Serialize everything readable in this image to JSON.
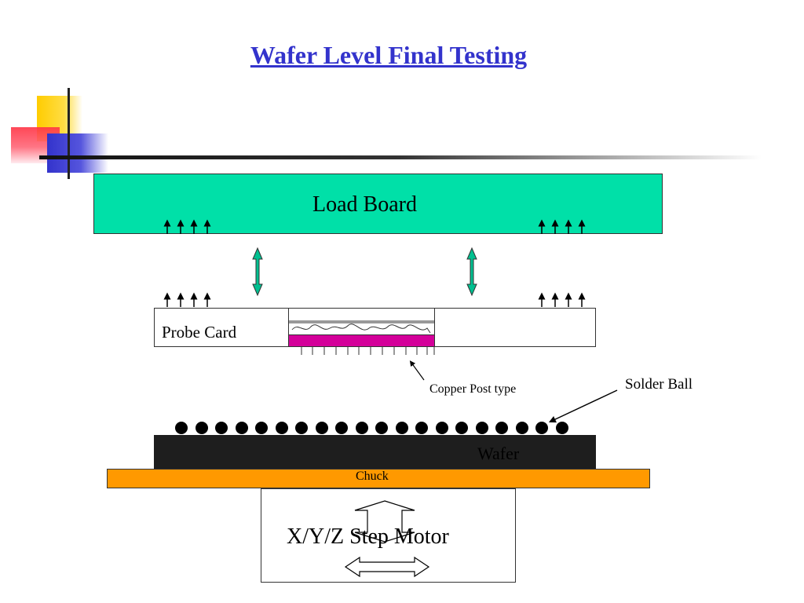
{
  "title": "Wafer Level Final Testing",
  "labels": {
    "load_board": "Load Board",
    "probe_card": "Probe Card",
    "copper_post": "Copper Post type",
    "solder_ball": "Solder Ball",
    "wafer": "Wafer",
    "chuck": "Chuck",
    "motor": "X/Y/Z Step Motor"
  },
  "colors": {
    "title": "#3333cc",
    "load_board": "#00e0a8",
    "probe_contact": "#d4009a",
    "wafer": "#1e1e1e",
    "chuck": "#ff9900",
    "vertical_arrow": "#00c090"
  },
  "counts": {
    "solder_balls": 20,
    "probe_pins": 13
  }
}
